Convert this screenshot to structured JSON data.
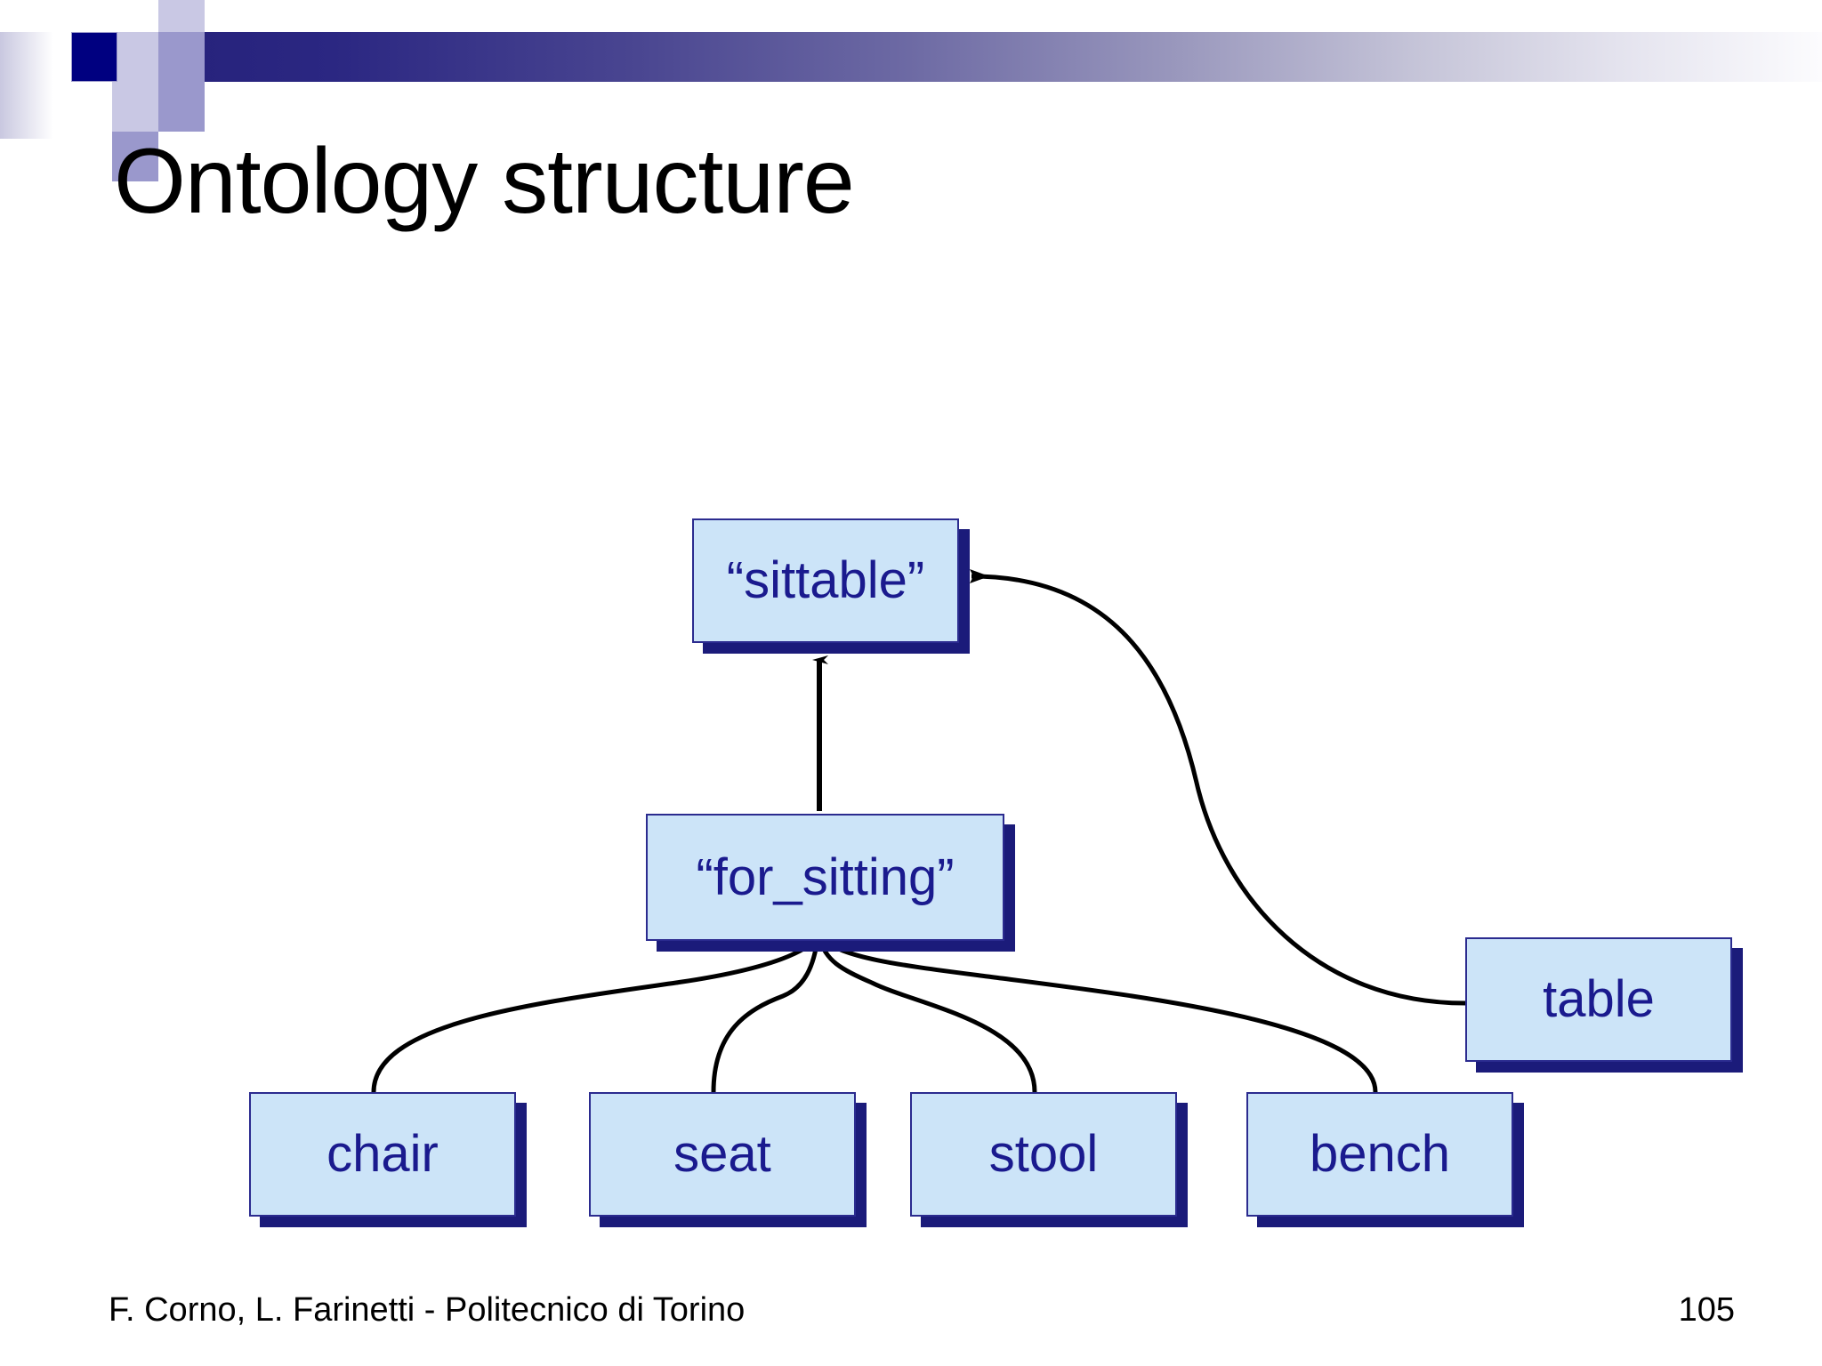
{
  "slide": {
    "title": "Ontology structure",
    "footer": "F. Corno, L. Farinetti - Politecnico di Torino",
    "page_number": "105",
    "background_color": "#ffffff"
  },
  "theme": {
    "band_start_color": "#25217a",
    "band_end_color": "#fcfcfe",
    "accent_navy": "#000080",
    "mosaic_light": "#c9c8e4",
    "mosaic_mid": "#9a98cc",
    "node_fill": "#cce4f8",
    "node_border": "#2b2b8f",
    "node_shadow": "#1b1b7a",
    "node_text": "#1a1a8e",
    "edge_color": "#000000"
  },
  "diagram": {
    "nodes": [
      {
        "id": "sittable",
        "label": "“sittable”"
      },
      {
        "id": "for_sitting",
        "label": "“for_sitting”"
      },
      {
        "id": "chair",
        "label": "chair"
      },
      {
        "id": "seat",
        "label": "seat"
      },
      {
        "id": "stool",
        "label": "stool"
      },
      {
        "id": "bench",
        "label": "bench"
      },
      {
        "id": "table",
        "label": "table"
      }
    ],
    "edges": [
      {
        "from": "for_sitting",
        "to": "sittable",
        "style": "straight-arrow"
      },
      {
        "from": "chair",
        "to": "for_sitting",
        "style": "curved-arrow"
      },
      {
        "from": "seat",
        "to": "for_sitting",
        "style": "curved-arrow"
      },
      {
        "from": "stool",
        "to": "for_sitting",
        "style": "curved-arrow"
      },
      {
        "from": "bench",
        "to": "for_sitting",
        "style": "curved-arrow"
      },
      {
        "from": "table",
        "to": "sittable",
        "style": "curved-arrow"
      }
    ]
  }
}
